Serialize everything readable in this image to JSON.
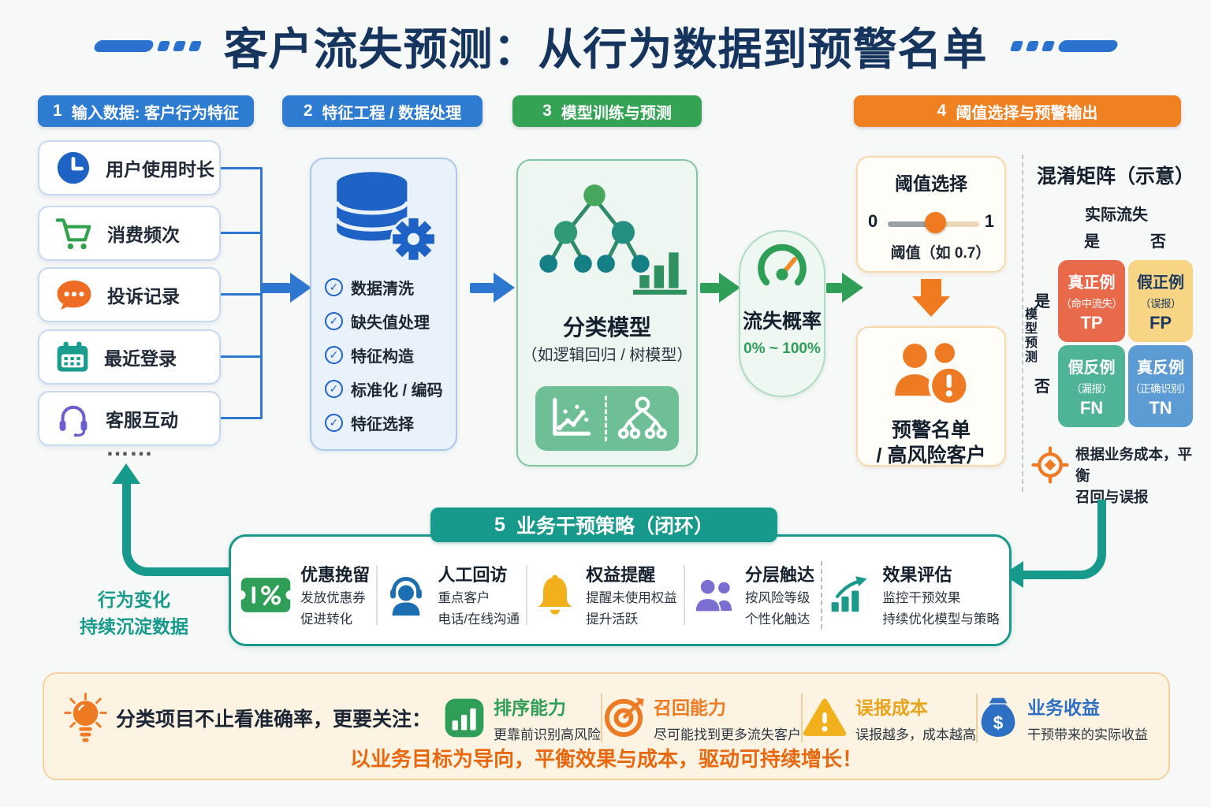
{
  "palette": {
    "title_navy": "#16355e",
    "blue": "#2e77d0",
    "green": "#2f9e57",
    "orange": "#f08122",
    "teal": "#179a8c",
    "cell_tp": "#e86a4b",
    "cell_fp": "#f7d585",
    "cell_fn": "#4fb497",
    "cell_tn": "#5c9bd4",
    "footer_bg": "#fdf3e3"
  },
  "title": {
    "text": "客户流失预测：从行为数据到预警名单"
  },
  "steps": [
    {
      "num": "1",
      "label": "输入数据: 客户行为特征"
    },
    {
      "num": "2",
      "label": "特征工程 / 数据处理"
    },
    {
      "num": "3",
      "label": "模型训练与预测"
    },
    {
      "num": "4",
      "label": "阈值选择与预警输出"
    },
    {
      "num": "5",
      "label": "业务干预策略（闭环）"
    }
  ],
  "inputs": {
    "items": [
      {
        "label": "用户使用时长",
        "icon": "clock-icon"
      },
      {
        "label": "消费频次",
        "icon": "cart-icon"
      },
      {
        "label": "投诉记录",
        "icon": "chat-bubble-icon"
      },
      {
        "label": "最近登录",
        "icon": "calendar-icon"
      },
      {
        "label": "客服互动",
        "icon": "headset-icon"
      }
    ],
    "more": "……"
  },
  "feature_engineering": {
    "icon": "database-gear-icon",
    "items": [
      {
        "label": "数据清洗"
      },
      {
        "label": "缺失值处理"
      },
      {
        "label": "特征构造"
      },
      {
        "label": "标准化 / 编码"
      },
      {
        "label": "特征选择"
      }
    ]
  },
  "model": {
    "title": "分类模型",
    "subtitle": "（如逻辑回归 / 树模型）",
    "icons": [
      "tree-diagram-icon",
      "bar-chart-icon",
      "scatter-plot-icon",
      "mini-tree-icon"
    ]
  },
  "probability": {
    "title": "流失概率",
    "range": "0% ~ 100%",
    "icon": "gauge-icon"
  },
  "threshold": {
    "title": "阈值选择",
    "min": "0",
    "max": "1",
    "caption": "阈值（如 0.7）",
    "knob_position": "0.52"
  },
  "warning": {
    "line1": "预警名单",
    "line2": "/ 高风险客户",
    "icon": "alert-users-icon"
  },
  "matrix": {
    "title": "混淆矩阵（示意）",
    "actual_label": "实际流失",
    "predicted_label": "模型预测",
    "yes": "是",
    "no": "否",
    "cells": [
      {
        "name": "真正例",
        "detail": "（命中流失）",
        "abbr": "TP",
        "color": "#e86a4b"
      },
      {
        "name": "假正例",
        "detail": "（误报）",
        "abbr": "FP",
        "color": "#f7d585"
      },
      {
        "name": "假反例",
        "detail": "（漏报）",
        "abbr": "FN",
        "color": "#4fb497"
      },
      {
        "name": "真反例",
        "detail": "（正确识别）",
        "abbr": "TN",
        "color": "#5c9bd4"
      }
    ],
    "note_line1": "根据业务成本，平衡",
    "note_line2": "召回与误报",
    "note_icon": "target-crosshair-icon"
  },
  "strategies": [
    {
      "title": "优惠挽留",
      "desc1": "发放优惠券",
      "desc2": "促进转化",
      "icon": "coupon-icon"
    },
    {
      "title": "人工回访",
      "desc1": "重点客户",
      "desc2": "电话/在线沟通",
      "icon": "agent-headset-icon"
    },
    {
      "title": "权益提醒",
      "desc1": "提醒未使用权益",
      "desc2": "提升活跃",
      "icon": "bell-icon"
    },
    {
      "title": "分层触达",
      "desc1": "按风险等级",
      "desc2": "个性化触达",
      "icon": "users-icon"
    },
    {
      "title": "效果评估",
      "desc1": "监控干预效果",
      "desc2": "持续优化模型与策略",
      "icon": "trend-up-icon"
    }
  ],
  "feedback": {
    "line1": "行为变化",
    "line2": "持续沉淀数据"
  },
  "footer": {
    "lead": "分类项目不止看准确率，更要关注：",
    "lead_icon": "lightbulb-icon",
    "items": [
      {
        "title": "排序能力",
        "desc": "更靠前识别高风险",
        "color": "#2f9e57",
        "icon": "sort-bars-icon"
      },
      {
        "title": "召回能力",
        "desc": "尽可能找到更多流失客户",
        "color": "#ee7b23",
        "icon": "bullseye-icon"
      },
      {
        "title": "误报成本",
        "desc": "误报越多，成本越高",
        "color": "#e9a41c",
        "icon": "warning-triangle-icon"
      },
      {
        "title": "业务收益",
        "desc": "干预带来的实际收益",
        "color": "#2d6fc2",
        "icon": "money-bag-icon"
      }
    ],
    "tagline": "以业务目标为导向，平衡效果与成本，驱动可持续增长！"
  }
}
